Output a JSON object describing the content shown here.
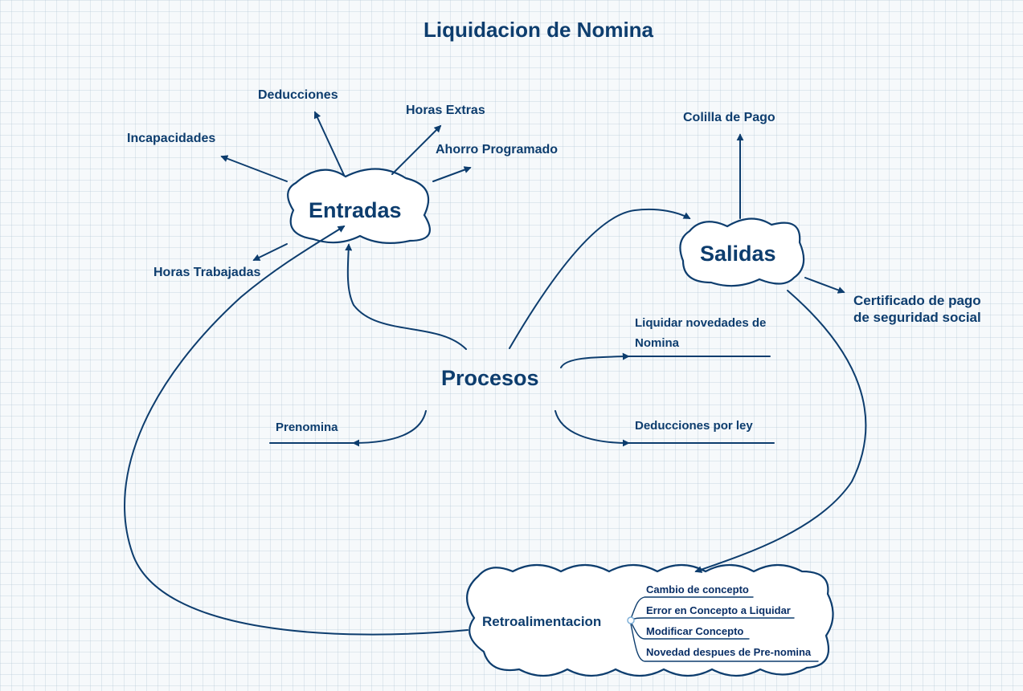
{
  "title": "Liquidacion de Nomina",
  "entradas": {
    "label": "Entradas",
    "items": [
      "Deducciones",
      "Horas Extras",
      "Incapacidades",
      "Ahorro Programado",
      "Horas Trabajadas"
    ]
  },
  "salidas": {
    "label": "Salidas",
    "items": [
      "Colilla de Pago",
      "Certificado de pago de seguridad social"
    ]
  },
  "procesos": {
    "label": "Procesos",
    "items": [
      "Liquidar novedades de Nomina",
      "Deducciones por ley",
      "Prenomina"
    ]
  },
  "retroalimentacion": {
    "label": "Retroalimentacion",
    "items": [
      "Cambio de concepto",
      "Error en Concepto a Liquidar",
      "Modificar Concepto",
      "Novedad despues de Pre-nomina"
    ]
  },
  "colors": {
    "stroke": "#0d3d6e",
    "accent": "#7fb0d8"
  }
}
